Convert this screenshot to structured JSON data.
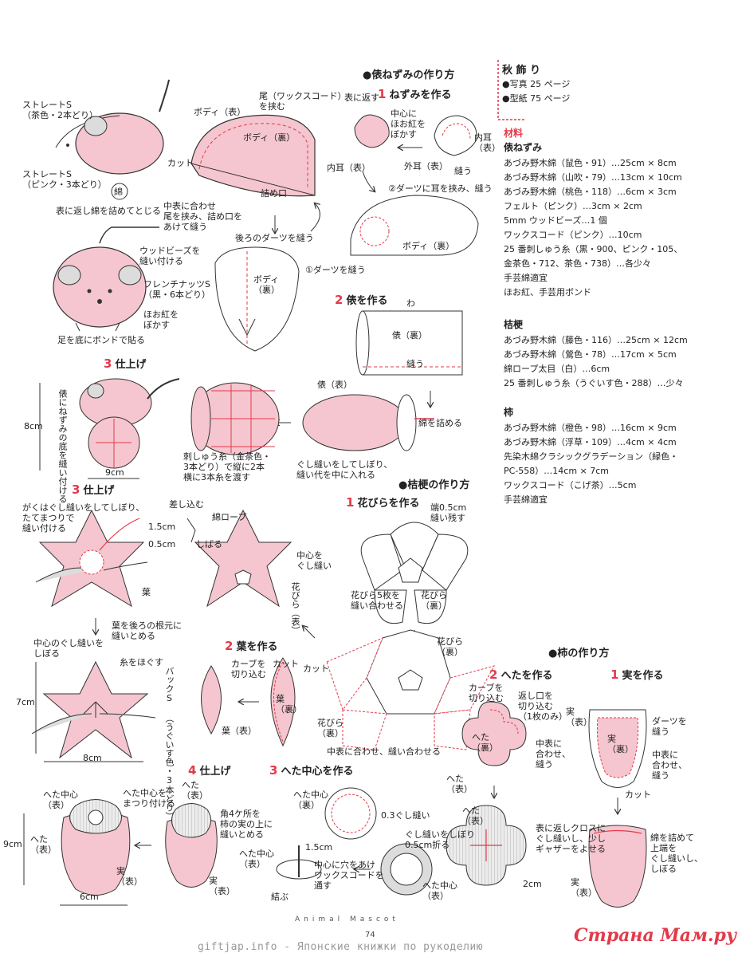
{
  "sections": {
    "mouse_method": "●俵ねずみの作り方",
    "mouse_step1": "ねずみを作る",
    "mouse_step2": "俵を作る",
    "mouse_step3": "仕上げ",
    "kikyo_method": "●桔梗の作り方",
    "kikyo_step1": "花びらを作る",
    "kikyo_step2": "葉を作る",
    "kikyo_step3": "仕上げ",
    "kaki_method": "●柿の作り方",
    "kaki_step1": "実を作る",
    "kaki_step2": "へたを作る",
    "kaki_step3": "へた中心を作る",
    "kaki_step4": "仕上げ"
  },
  "step_numbers": {
    "one": "1",
    "two": "2",
    "three": "3",
    "four": "4"
  },
  "info": {
    "title": "秋 飾 り",
    "photo": "●写真 25 ページ",
    "pattern": "●型紙 75 ページ"
  },
  "materials": {
    "heading": "材料",
    "mouse_title": "俵ねずみ",
    "mouse_items": [
      "あづみ野木綿（鼠色・91）…25cm × 8cm",
      "あづみ野木綿（山吹・79）…13cm × 10cm",
      "あづみ野木綿（桃色・118）…6cm × 3cm",
      "フェルト（ピンク）…3cm × 2cm",
      "5mm ウッドビーズ…1 個",
      "ワックスコード（ピンク）…10cm",
      "25 番刺しゅう糸（黒・900、ピンク・105、",
      "金茶色・712、茶色・738）…各少々",
      "手芸綿適宜",
      "ほお紅、手芸用ボンド"
    ],
    "kikyo_title": "桔梗",
    "kikyo_items": [
      "あづみ野木綿（藤色・116）…25cm × 12cm",
      "あづみ野木綿（鶯色・78）…17cm × 5cm",
      "綿ロープ太目（白）…6cm",
      "25 番刺しゅう糸（うぐいす色・288）…少々"
    ],
    "kaki_title": "柿",
    "kaki_items": [
      "あづみ野木綿（橙色・98）…16cm × 9cm",
      "あづみ野木綿（浮草・109）…4cm × 4cm",
      "先染木綿クラシックグラデーション（緑色・",
      "PC-558）…14cm × 7cm",
      "ワックスコード（こげ茶）…5cm",
      "手芸綿適宜"
    ]
  },
  "labels": {
    "straight_brown": "ストレートS\n（茶色・2本どり）",
    "straight_pink": "ストレートS\n（ピンク・3本どり）",
    "cotton": "綿",
    "turn_stuff_close": "表に返し綿を詰めてとじる",
    "wood_beads": "ウッドビーズを\n縫い付ける",
    "french_knots": "フレンチナッツS\n（黒・6本どり）",
    "blush": "ほお紅を\nぼかす",
    "glue_bottom": "足を底にボンドで貼る",
    "tail": "尾（ワックスコード）\nを挟む",
    "body_front": "ボディ（表）",
    "body_back": "ボディ（裏）",
    "cut": "カット",
    "align_tail": "中表に合わせ\n尾を挟み、詰め口を\nあけて縫う",
    "stuff_opening": "詰め口",
    "back_dart": "後ろのダーツを縫う",
    "body_back2": "ボディ\n（裏）",
    "turn_over": "表に返す",
    "center_blush": "中心に\nほお紅を\nぼかす",
    "inner_ear": "内耳\n（表）",
    "inner_ear_front": "内耳（表）",
    "outer_ear": "外耳（表）",
    "sew": "縫う",
    "dart2": "②ダーツに耳を挟み、縫う",
    "dart1": "①ダーツを縫う",
    "body_back3": "ボディ（裏）",
    "wa": "わ",
    "tawara_back": "俵（裏）",
    "sew2": "縫う",
    "tawara_front": "俵（表）",
    "stuff_cotton": "綿を詰める",
    "embroidery": "刺しゅう糸（金茶色・\n3本どり）で縦に2本\n横に3本糸を渡す",
    "running_stitch": "ぐし縫いをしてしぼり、\n縫い代を中に入れる",
    "glue_vertical": "俵にねずみの底を縫い付ける",
    "size_8cm": "8cm",
    "size_9cm": "9cm",
    "leaf_stitch": "がくはぐし縫いをしてしぼり、\nたてまつりで\n縫い付ける",
    "insert": "差し込む",
    "cotton_rope": "綿ロープ",
    "size_15": "1.5cm",
    "size_05": "0.5cm",
    "tie": "しばる",
    "center_running": "中心を\nぐし縫い",
    "leaf": "葉",
    "petal_front_vert": "花びら（表）",
    "leaf_attach": "葉を後ろの根元に\n縫いとめる",
    "center_tighten": "中心のぐし縫いを\nしぼる",
    "untie": "糸をほぐす",
    "size_7cm": "7cm",
    "size_8cm_b": "8cm",
    "back_s": "バックS\n（うぐいす色・3本どり）",
    "leaf_front": "葉（表）",
    "curve_cut": "カーブを\n切り込む",
    "cut2": "カット",
    "leaf_back": "葉\n（裏）",
    "leave_margin": "端0.5cm\n縫い残す",
    "sew_five": "花びら5枚を\n縫い合わせる",
    "petal_back": "花びら\n（裏）",
    "petal_back2": "花びら\n（裏）",
    "petal_back3": "花びら\n（裏）",
    "cut3": "カット",
    "align_sew": "中表に合わせ、縫い合わせる",
    "curve_cut2": "カーブを\n切り込む",
    "return_opening": "返し口を\n切り込む\n（1枚のみ）",
    "heta_back": "へた\n（裏）",
    "align_sew2": "中表に\n合わせ、\n縫う",
    "heta_front": "へた\n（表）",
    "fruit_front": "実\n（表）",
    "fruit_back": "実\n（裏）",
    "sew_dart": "ダーツを\n縫う",
    "align_sew3": "中表に\n合わせ、\n縫う",
    "cut4": "カット",
    "heta_center_back": "へた中心\n（裏）",
    "stitch_03": "0.3ぐし縫い",
    "heta_center_front": "へた中心\n（表）",
    "size_15b": "1.5cm",
    "hole_wax": "中心に穴をあけ\nワックスコードを\n通す",
    "knot": "結ぶ",
    "tighten_fold": "ぐし縫いをしぼり\n0.5cm折る",
    "heta_center_front2": "へた中心\n（表）",
    "heta_front2": "へた\n（表）",
    "cross_stitch": "表に返しクロスに\nぐし縫いし、少し\nギャザーをよせる",
    "size_2cm": "2cm",
    "stuff_top": "綿を詰めて\n上端を\nぐし縫いし、\nしぼる",
    "fruit_front2": "実\n（表）",
    "heta_center_attach": "へた中心を\nまつり付ける",
    "heta_center_front3": "へた中心\n（表）",
    "heta_front3": "へた\n（表）",
    "fruit_front3": "実\n（表）",
    "size_9cm_b": "9cm",
    "size_6cm": "6cm",
    "heta_front4": "へた\n（表）",
    "four_points": "角4ケ所を\n柿の実の上に\n縫いとめる",
    "fruit_front4": "実\n（表）"
  },
  "footer": {
    "site": "giftjap.info - Японские книжки по рукоделию",
    "mascot": "Animal Mascot",
    "page": "74",
    "watermark": "Страна Мам.ру"
  },
  "colors": {
    "pink": "#f5c6cf",
    "red": "#e23a4a",
    "gray": "#dcdcdc"
  }
}
